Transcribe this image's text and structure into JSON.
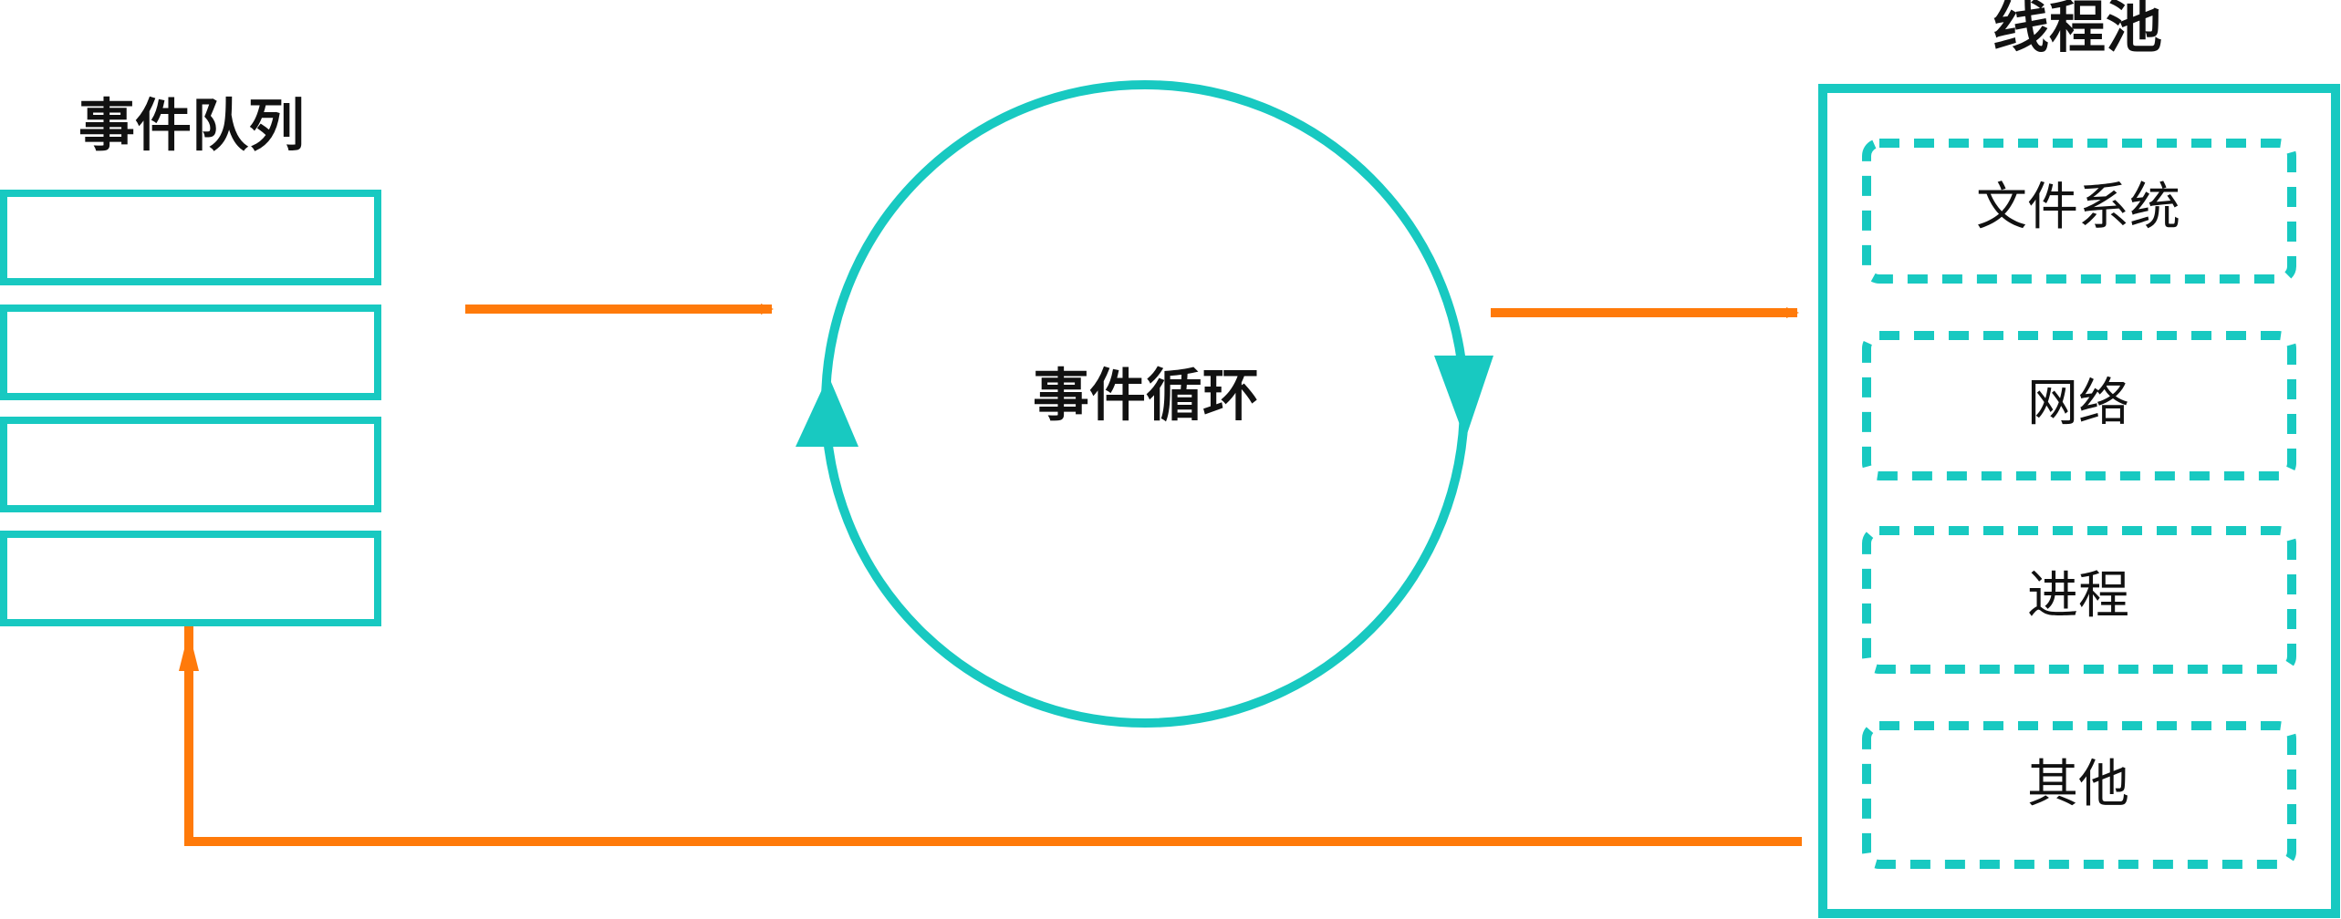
{
  "colors": {
    "teal": "#18c9c1",
    "orange": "#ff7a0a",
    "text": "#111111"
  },
  "queue": {
    "title": "事件队列"
  },
  "loop": {
    "label": "事件循环"
  },
  "pool": {
    "title": "线程池",
    "items": [
      {
        "label": "文件系统"
      },
      {
        "label": "网络"
      },
      {
        "label": "进程"
      },
      {
        "label": "其他"
      }
    ]
  }
}
